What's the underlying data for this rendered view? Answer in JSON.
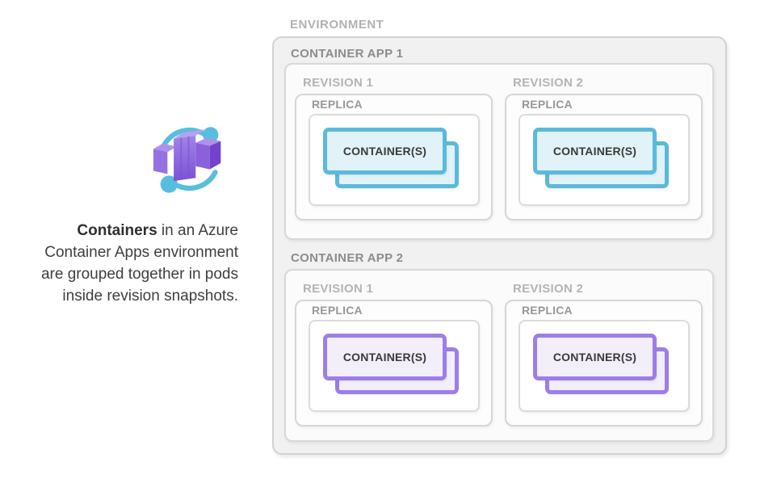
{
  "caption": {
    "bold": "Containers",
    "line1_rest": " in an Azure",
    "line2": "Container Apps environment",
    "line3": "are grouped together in pods",
    "line4": "inside revision snapshots."
  },
  "icon": {
    "name": "azure-container-apps",
    "ring_color": "#57bede",
    "box_light": "#b7a1ee",
    "box_mid": "#8a60dd",
    "box_dark": "#7343ce"
  },
  "environment": {
    "label": "ENVIRONMENT",
    "apps": [
      {
        "label": "CONTAINER APP 1",
        "accent_color": "#59badb",
        "container_fill": "#e1f2f8",
        "revisions": [
          {
            "label": "REVISION 1",
            "replica_label": "REPLICA",
            "container_label": "CONTAINER(S)"
          },
          {
            "label": "REVISION 2",
            "replica_label": "REPLICA",
            "container_label": "CONTAINER(S)"
          }
        ]
      },
      {
        "label": "CONTAINER APP 2",
        "accent_color": "#9c7ee8",
        "container_fill": "#f2eefa",
        "revisions": [
          {
            "label": "REVISION 1",
            "replica_label": "REPLICA",
            "container_label": "CONTAINER(S)"
          },
          {
            "label": "REVISION 2",
            "replica_label": "REPLICA",
            "container_label": "CONTAINER(S)"
          }
        ]
      }
    ]
  },
  "colors": {
    "environment_fill": "#f1f1f1",
    "box_border_gray": "#d6d6d6",
    "label_gray_light": "#b1b1b1",
    "label_gray_dark": "#8c8c8c",
    "caption_text": "#3e3e3e"
  }
}
